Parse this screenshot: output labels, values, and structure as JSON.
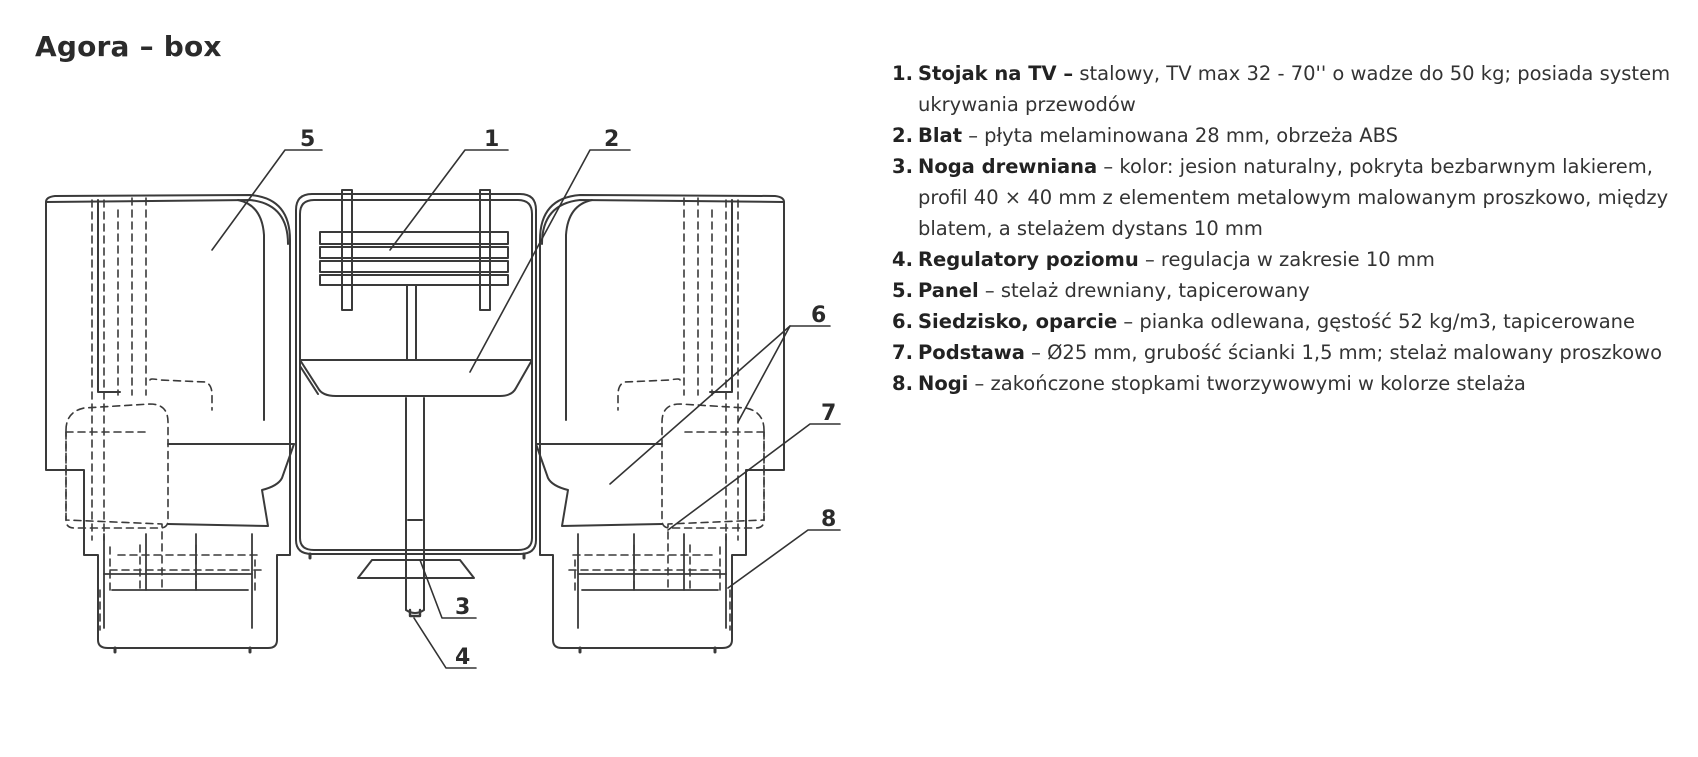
{
  "title": "Agora – box",
  "callouts": [
    "1",
    "2",
    "3",
    "4",
    "5",
    "6",
    "7",
    "8"
  ],
  "legend": [
    {
      "num": "1.",
      "name": "Stojak na TV –",
      "desc": " stalowy, TV max 32 - 70'' o wadze do 50 kg; posiada system ukrywania przewodów"
    },
    {
      "num": "2.",
      "name": "Blat",
      "desc": " – płyta melaminowana 28 mm, obrzeża ABS"
    },
    {
      "num": "3.",
      "name": "Noga drewniana",
      "desc": " – kolor: jesion naturalny, pokryta bezbarwnym lakierem, profil 40 × 40 mm z elementem metalowym malowanym proszkowo, między blatem, a stelażem dystans 10 mm"
    },
    {
      "num": "4.",
      "name": "Regulatory poziomu",
      "desc": " – regulacja w zakresie 10 mm"
    },
    {
      "num": "5.",
      "name": "Panel",
      "desc": " – stelaż drewniany, tapicerowany"
    },
    {
      "num": "6.",
      "name": "Siedzisko, oparcie",
      "desc": " – pianka odlewana, gęstość 52 kg/m3, tapicerowane"
    },
    {
      "num": "7.",
      "name": "Podstawa",
      "desc": " – Ø25 mm, grubość ścianki 1,5 mm; stelaż malowany proszkowo"
    },
    {
      "num": "8.",
      "name": "Nogi",
      "desc": " – zakończone stopkami tworzywowymi w kolorze stelaża"
    }
  ]
}
